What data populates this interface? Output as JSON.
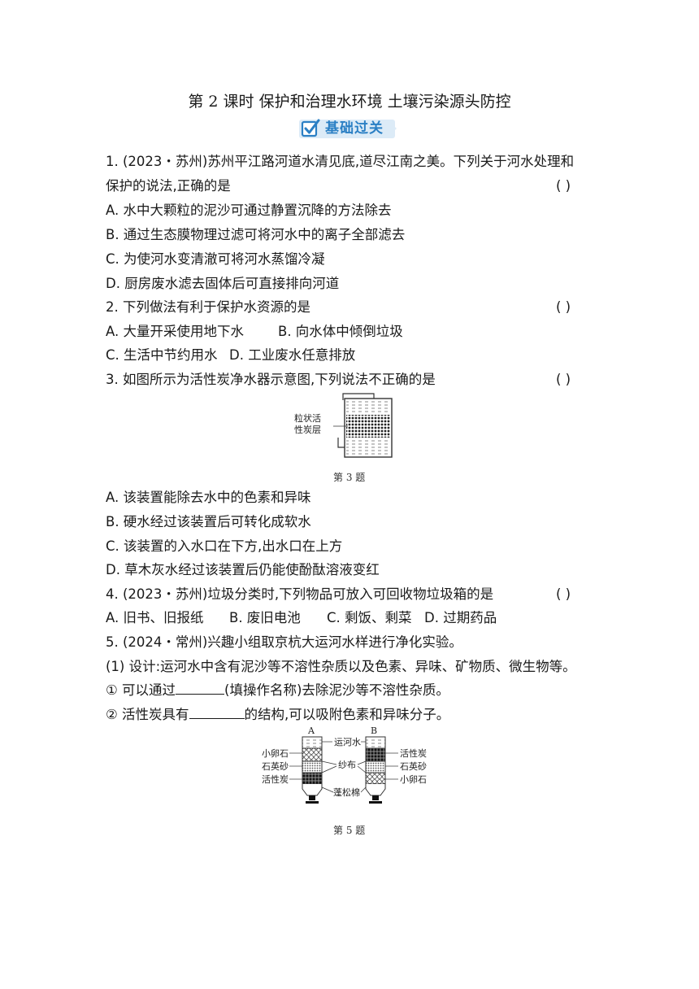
{
  "title": "第 2 课时    保护和治理水环境    土壤污染源头防控",
  "section_badge": {
    "label": "基础过关",
    "icon": "check-square-icon",
    "accent": "#2a7fc4"
  },
  "answer_paren": "(        )",
  "questions": [
    {
      "line1": "1.  (2023・苏州)苏州平江路河道水清见底,道尽江南之美。下列关于河水处理和",
      "line2": "保护的说法,正确的是",
      "options": [
        "A.  水中大颗粒的泥沙可通过静置沉降的方法除去",
        "B.  通过生态膜物理过滤可将河水中的离子全部滤去",
        "C.  为使河水变清澈可将河水蒸馏冷凝",
        "D.  厨房废水滤去固体后可直接排向河道"
      ]
    },
    {
      "line1": "2.  下列做法有利于保护水资源的是",
      "options_row1": [
        "A.  大量开采使用地下水",
        "B.  向水体中倾倒垃圾"
      ],
      "options_row2": [
        "C.  生活中节约用水",
        "D.  工业废水任意排放"
      ]
    },
    {
      "line1": "3.  如图所示为活性炭净水器示意图,下列说法不正确的是",
      "figure_label": [
        "粒状活",
        "性炭层"
      ],
      "caption": "第 3 题",
      "options": [
        "A.  该装置能除去水中的色素和异味",
        "B.  硬水经过该装置后可转化成软水",
        "C.  该装置的入水口在下方,出水口在上方",
        "D.  草木灰水经过该装置后仍能使酚酞溶液变红"
      ]
    },
    {
      "line1": "4.  (2023・苏州)垃圾分类时,下列物品可放入可回收物垃圾箱的是",
      "options_row": [
        "A.  旧书、旧报纸",
        "B.  废旧电池",
        "C.  剩饭、剩菜",
        "D.  过期药品"
      ]
    },
    {
      "line1": "5.  (2024・常州)兴趣小组取京杭大运河水样进行净化实验。",
      "line2": "(1)  设计:运河水中含有泥沙等不溶性杂质以及色素、异味、矿物质、微生物等。",
      "sub1_pre": "①  可以通过",
      "sub1_post": "(填操作名称)去除泥沙等不溶性杂质。",
      "sub2_pre": "②  活性炭具有",
      "sub2_post": "的结构,可以吸附色素和异味分子。",
      "figure": {
        "label_a": "A",
        "label_b": "B",
        "left_labels": [
          "小卵石",
          "石英砂",
          "活性炭"
        ],
        "center_labels": [
          "运河水",
          "纱布",
          "蓬松棉"
        ],
        "right_labels": [
          "活性炭",
          "石英砂",
          "小卵石"
        ]
      },
      "caption": "第 5 题"
    }
  ]
}
